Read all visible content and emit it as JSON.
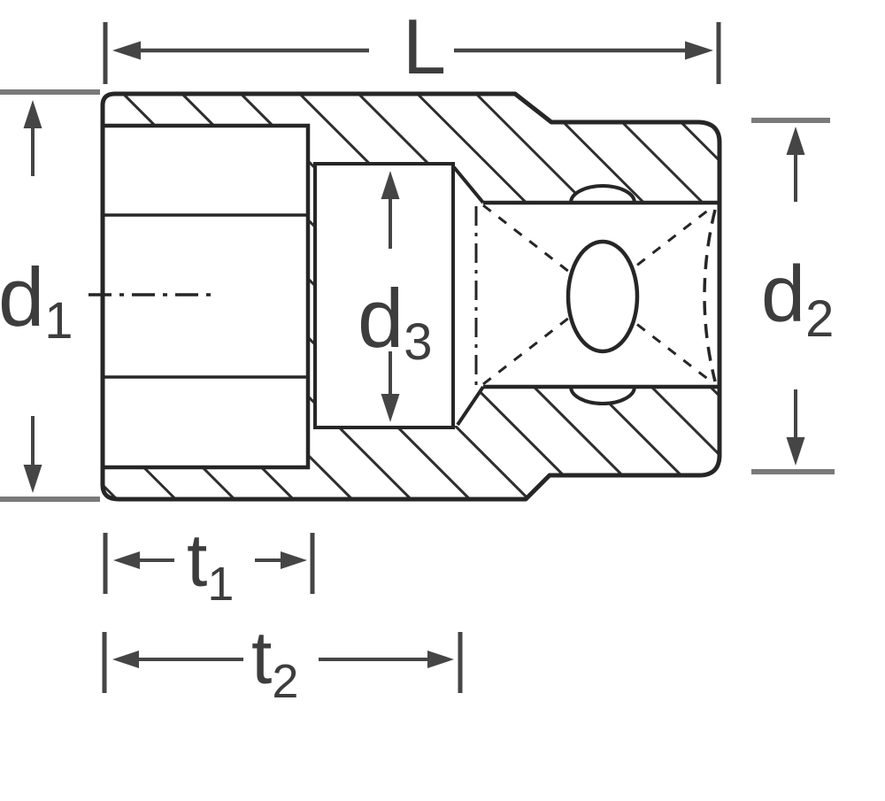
{
  "figure": {
    "type": "technical-drawing",
    "subject": "Socket (socket-wrench insert) side cross-section with dimension annotations"
  },
  "dimensions": {
    "length": {
      "label": "L"
    },
    "d1": {
      "base": "d",
      "sub": "1"
    },
    "d2": {
      "base": "d",
      "sub": "2"
    },
    "d3": {
      "base": "d",
      "sub": "3"
    },
    "t1": {
      "base": "t",
      "sub": "1"
    },
    "t2": {
      "base": "t",
      "sub": "2"
    }
  },
  "colors": {
    "background": "#ffffff",
    "outline": "#262626",
    "dimension": "#454545",
    "extension": "#7a7a7a",
    "label": "#3d3d3d"
  }
}
